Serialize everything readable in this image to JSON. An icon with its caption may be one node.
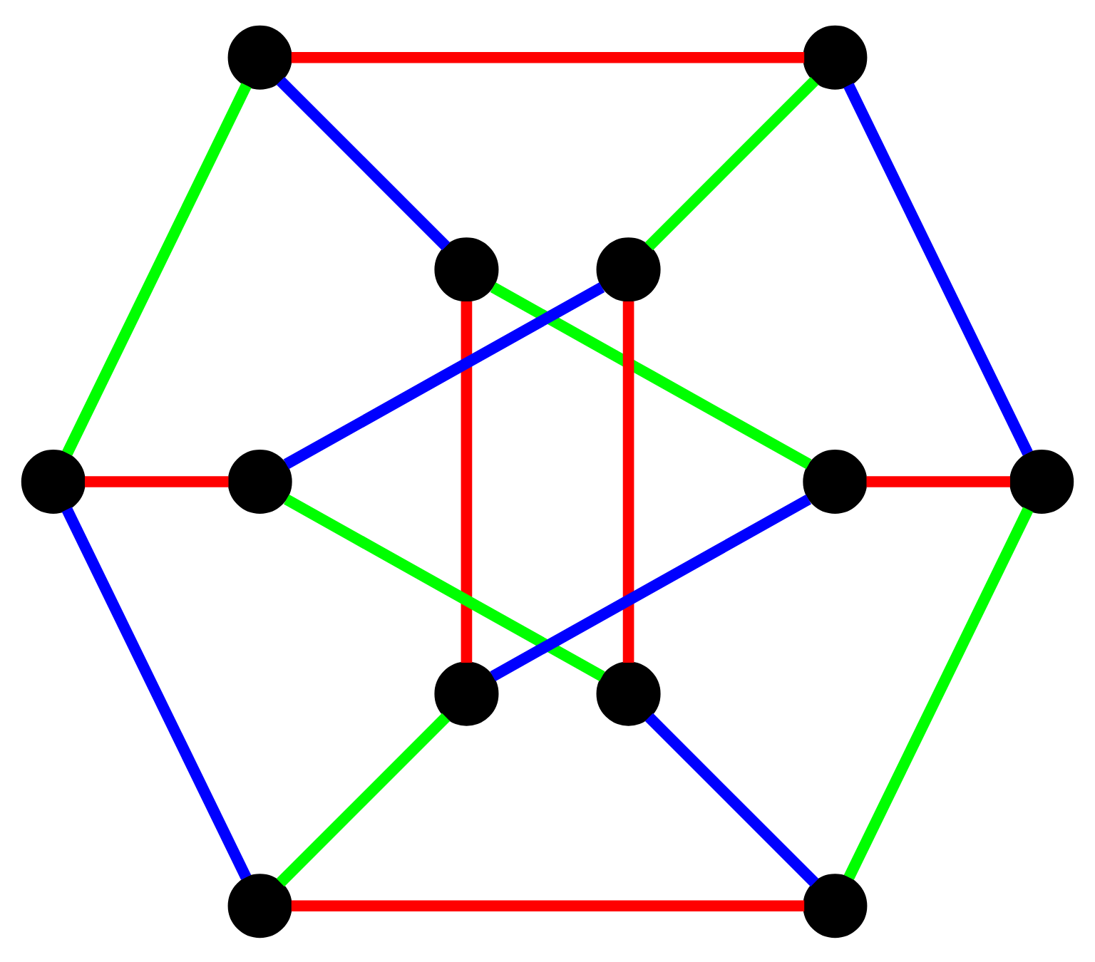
{
  "diagram": {
    "nodes": [
      {
        "text": [],
        "shape": "circle"
      },
      {
        "text": [],
        "shape": "circle"
      },
      {
        "text": [],
        "shape": "circle"
      },
      {
        "text": [],
        "shape": "circle"
      },
      {
        "text": [],
        "shape": "circle"
      },
      {
        "text": [],
        "shape": "circle"
      },
      {
        "text": [],
        "shape": "circle"
      },
      {
        "text": [],
        "shape": "circle"
      },
      {
        "text": [],
        "shape": "circle"
      },
      {
        "text": [],
        "shape": "circle"
      },
      {
        "text": [],
        "shape": "circle"
      },
      {
        "text": [],
        "shape": "circle"
      }
    ],
    "edges": [
      {
        "from": 0,
        "to": 1,
        "arrow": "none",
        "color": "#ff0000"
      },
      {
        "from": 1,
        "to": 7,
        "arrow": "none",
        "color": "#0000ff"
      },
      {
        "from": 7,
        "to": 11,
        "arrow": "none",
        "color": "#00ff00"
      },
      {
        "from": 10,
        "to": 11,
        "arrow": "none",
        "color": "#ff0000"
      },
      {
        "from": 4,
        "to": 10,
        "arrow": "none",
        "color": "#0000ff"
      },
      {
        "from": 0,
        "to": 4,
        "arrow": "none",
        "color": "#00ff00"
      },
      {
        "from": 0,
        "to": 2,
        "arrow": "none",
        "color": "#0000ff"
      },
      {
        "from": 1,
        "to": 3,
        "arrow": "none",
        "color": "#00ff00"
      },
      {
        "from": 6,
        "to": 7,
        "arrow": "none",
        "color": "#ff0000"
      },
      {
        "from": 9,
        "to": 11,
        "arrow": "none",
        "color": "#0000ff"
      },
      {
        "from": 8,
        "to": 10,
        "arrow": "none",
        "color": "#00ff00"
      },
      {
        "from": 4,
        "to": 5,
        "arrow": "none",
        "color": "#ff0000"
      },
      {
        "from": 2,
        "to": 8,
        "arrow": "none",
        "color": "#ff0000"
      },
      {
        "from": 3,
        "to": 9,
        "arrow": "none",
        "color": "#ff0000"
      },
      {
        "from": 2,
        "to": 6,
        "arrow": "none",
        "color": "#00ff00"
      },
      {
        "from": 3,
        "to": 5,
        "arrow": "none",
        "color": "#0000ff"
      },
      {
        "from": 5,
        "to": 9,
        "arrow": "none",
        "color": "#00ff00"
      },
      {
        "from": 6,
        "to": 8,
        "arrow": "none",
        "color": "#0000ff"
      }
    ]
  }
}
